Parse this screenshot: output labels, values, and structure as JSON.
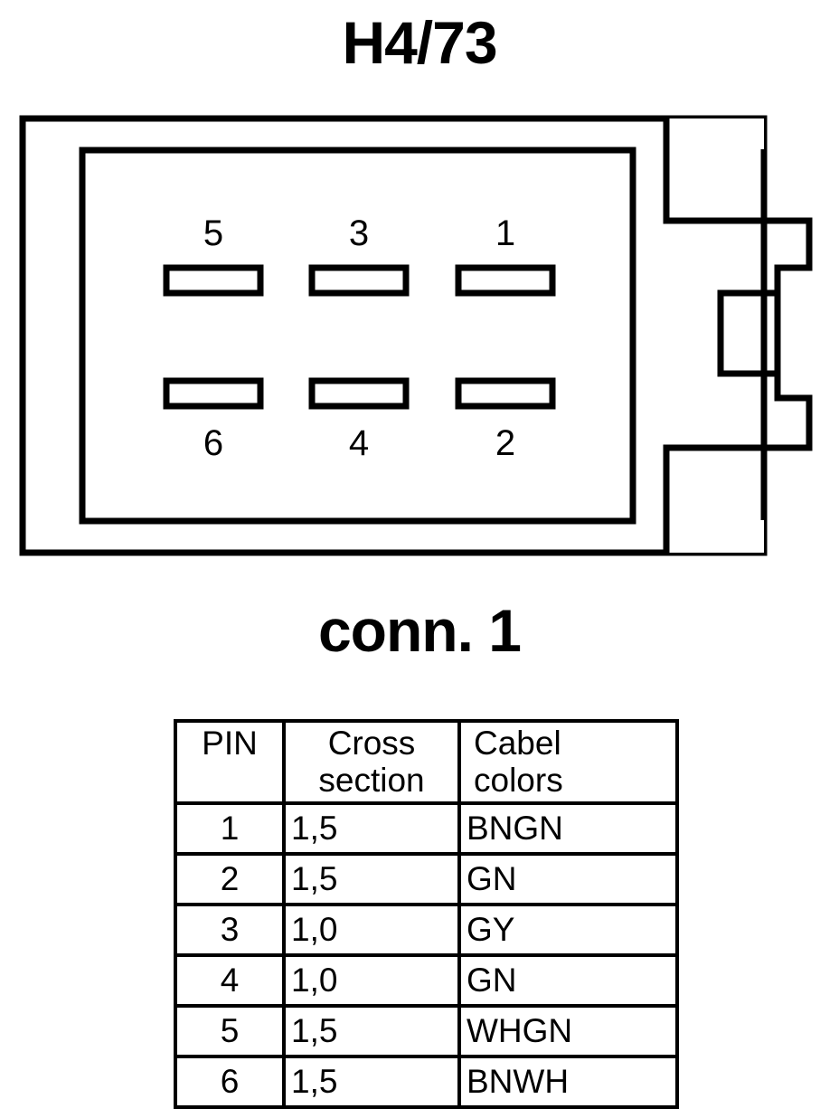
{
  "title": "H4/73",
  "connector": {
    "caption": "conn. 1",
    "pin_labels_top": [
      "5",
      "3",
      "1"
    ],
    "pin_labels_bottom": [
      "6",
      "4",
      "2"
    ],
    "stroke_color": "#000000",
    "fill_color": "#ffffff"
  },
  "table": {
    "headers": {
      "pin": "PIN",
      "cross_line1": "Cross",
      "cross_line2": "section",
      "color_line1": "Cabel",
      "color_line2": "colors"
    },
    "rows": [
      {
        "pin": "1",
        "cross_section": "1,5",
        "cable_colors": "BNGN"
      },
      {
        "pin": "2",
        "cross_section": "1,5",
        "cable_colors": "GN"
      },
      {
        "pin": "3",
        "cross_section": "1,0",
        "cable_colors": "GY"
      },
      {
        "pin": "4",
        "cross_section": "1,0",
        "cable_colors": "GN"
      },
      {
        "pin": "5",
        "cross_section": "1,5",
        "cable_colors": "WHGN"
      },
      {
        "pin": "6",
        "cross_section": "1,5",
        "cable_colors": "BNWH"
      }
    ]
  }
}
